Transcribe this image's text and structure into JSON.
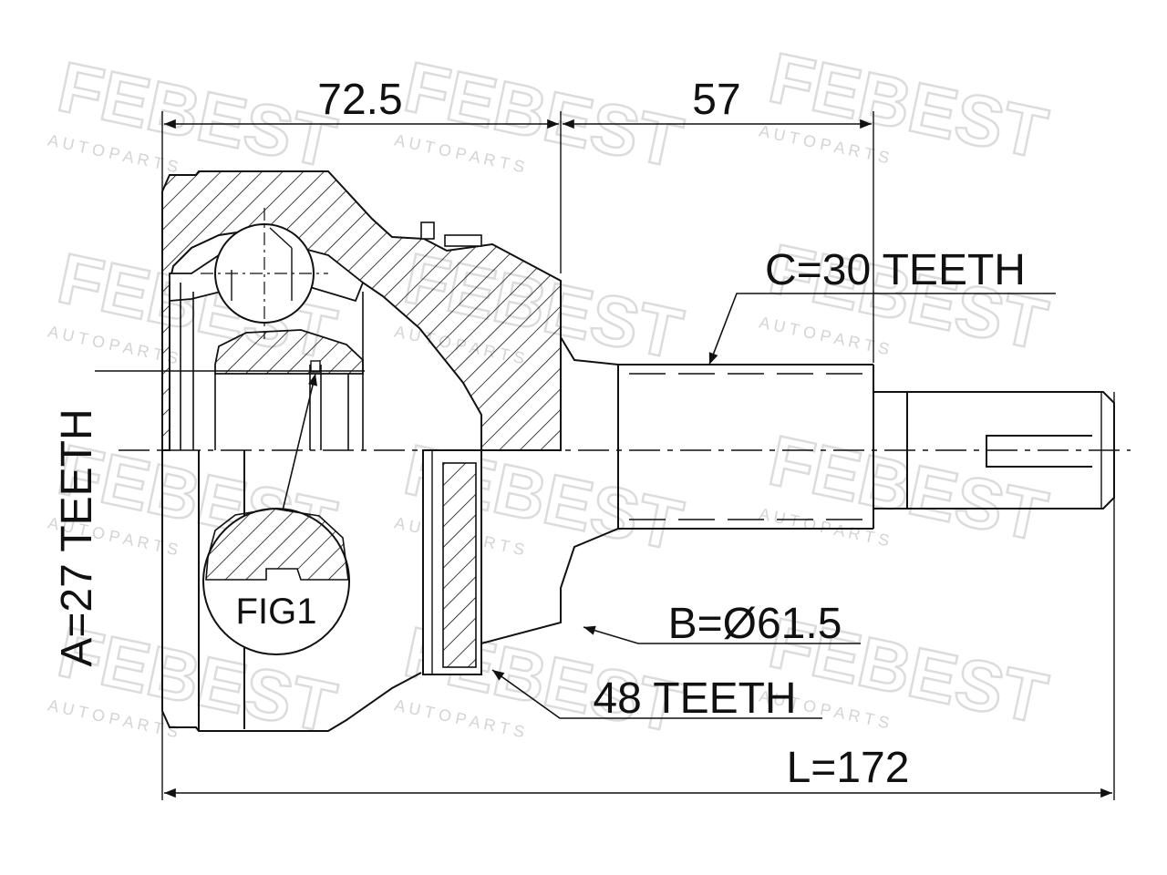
{
  "dimensions": {
    "outer_length": "72.5",
    "shaft_length": "57",
    "total_length": "L=172",
    "inner_teeth": "A=27 TEETH",
    "outer_teeth": "C=30 TEETH",
    "seal_diameter": "B=Ø61.5",
    "abs_teeth": "48 TEETH"
  },
  "figure_label": "FIG1",
  "watermark": {
    "brand": "FEBEST",
    "tagline": "A U T O   P A R T S"
  },
  "colors": {
    "line": "#111111",
    "watermark": "#dcdcdc",
    "background": "#ffffff"
  }
}
